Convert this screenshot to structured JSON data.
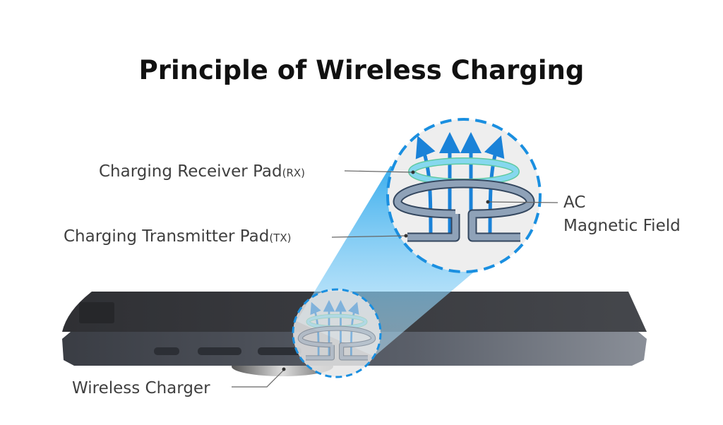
{
  "title": "Principle of Wireless Charging",
  "labels": {
    "receiver": "Charging Receiver Pad",
    "receiver_suffix": "(RX)",
    "transmitter": "Charging Transmitter Pad",
    "transmitter_suffix": "(TX)",
    "field_line1": "AC",
    "field_line2": "Magnetic Field",
    "charger": "Wireless Charger"
  },
  "colors": {
    "accent_blue": "#1a8fe0",
    "receiver_coil": "#7dd6ea",
    "transmitter_coil": "#8b9db3",
    "phone_body": "#3b3e44"
  }
}
